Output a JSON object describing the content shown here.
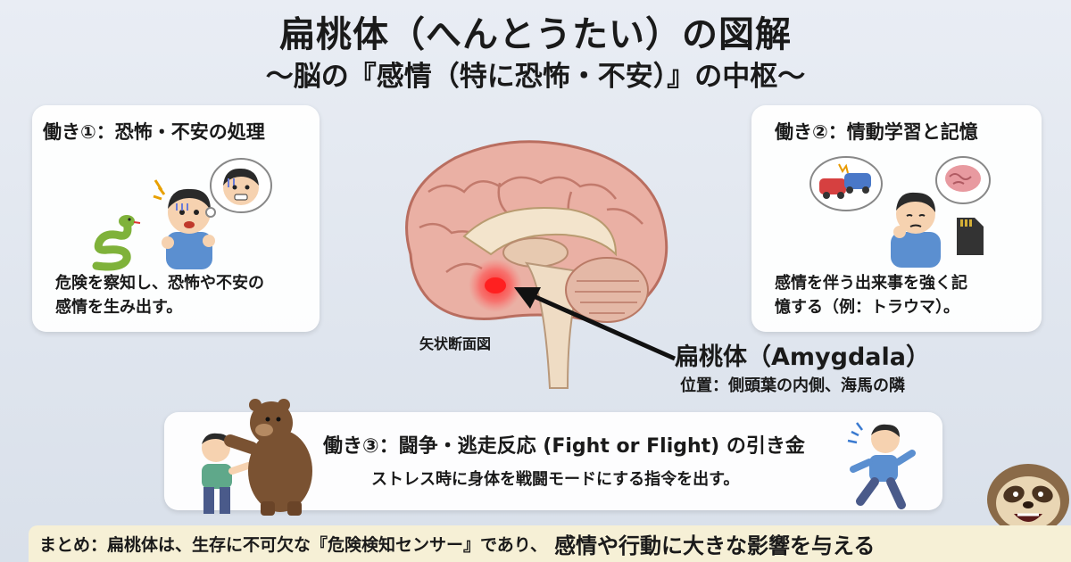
{
  "header": {
    "title": "扁桃体（へんとうたい）の図解",
    "subtitle": "～脳の『感情（特に恐怖・不安）』の中枢～"
  },
  "card1": {
    "title": "働き①：恐怖・不安の処理",
    "text_line1": "危険を察知し、恐怖や不安の",
    "text_line2": "感情を生み出す。"
  },
  "card2": {
    "title": "働き②：情動学習と記憶",
    "text_line1": "感情を伴う出来事を強く記",
    "text_line2": "憶する（例：トラウマ）。"
  },
  "card3": {
    "title": "働き③：闘争・逃走反応 (Fight or Flight) の引き金",
    "text": "ストレス時に身体を戦闘モードにする指令を出す。"
  },
  "brain": {
    "view_label": "矢状断面図",
    "amygdala_label": "扁桃体（Amygdala）",
    "location": "位置：側頭葉の内側、海馬の隣"
  },
  "summary": {
    "text_a": "まとめ：扁桃体は、生存に不可欠な『危険検知センサー』であり、",
    "text_b": "感情や行動に大きな影響を与える"
  },
  "colors": {
    "background": "#e2e8f0",
    "card": "#ffffff",
    "amygdala_glow": "#ff2a2a",
    "summary_bg": "#f6f0d6",
    "brain": "#e8a99e"
  },
  "icons": [
    "snake-icon",
    "scared-boy-icon",
    "thought-bubble-icon",
    "car-crash-icon",
    "brain-icon",
    "memory-card-icon",
    "bear-icon",
    "fighting-boy-icon",
    "running-boy-icon",
    "sloth-mascot-icon"
  ]
}
